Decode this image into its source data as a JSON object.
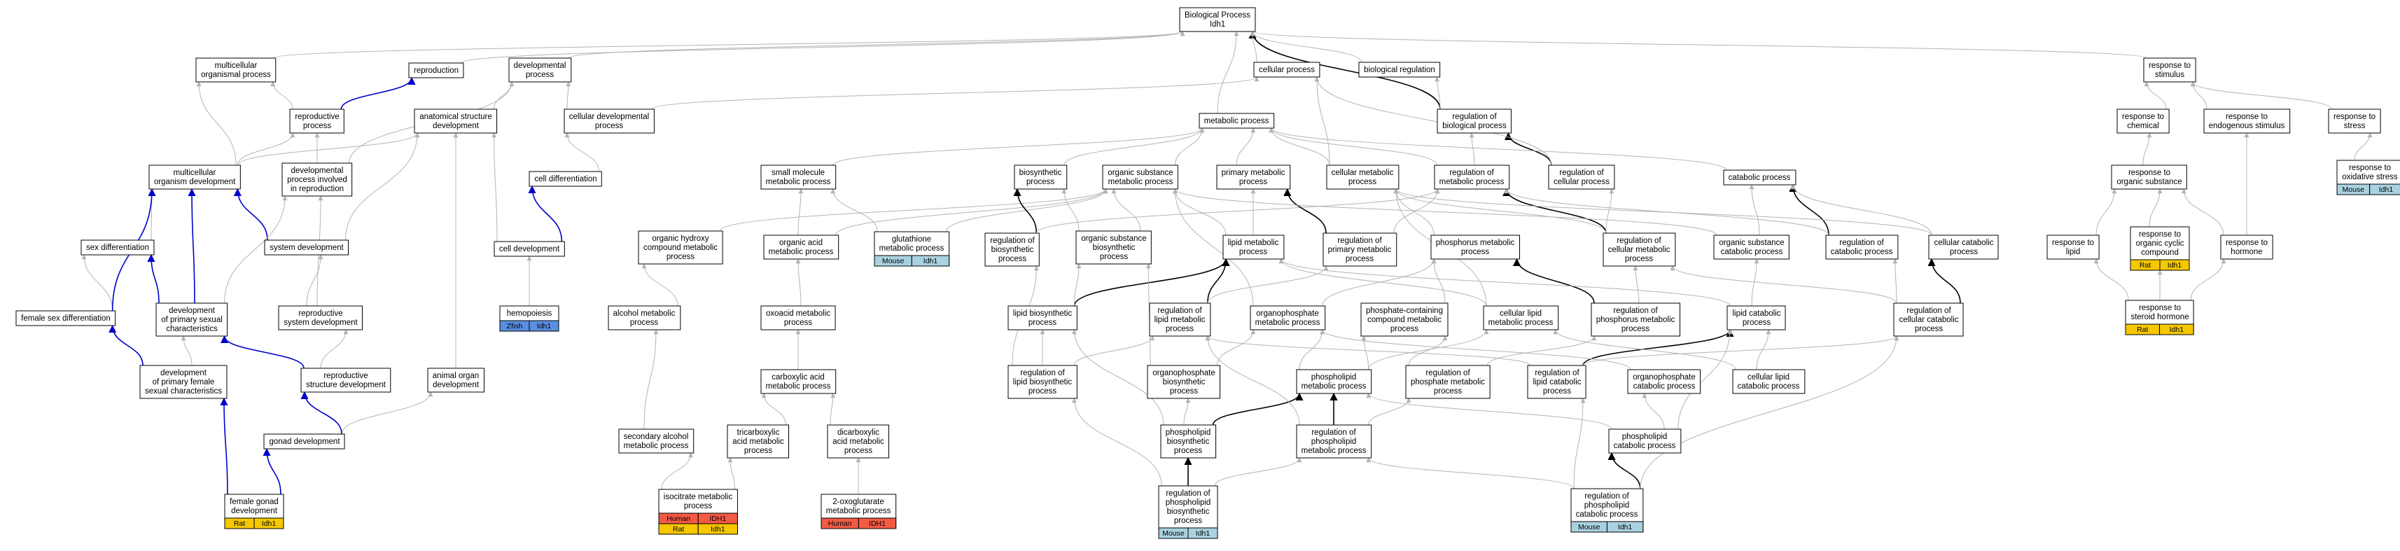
{
  "colors": {
    "edge_gray": "#b4b4b4",
    "edge_black": "#000000",
    "edge_blue": "#0000cc",
    "Rat": "#f5c800",
    "Human": "#f25a44",
    "Zfish": "#5a8ee0",
    "Mouse": "#a9d2e0"
  },
  "nodes": [
    {
      "id": "bp",
      "lines": [
        "Biological Process",
        "Idh1"
      ]
    },
    {
      "id": "mop",
      "lines": [
        "multicellular",
        "organismal process"
      ]
    },
    {
      "id": "repro",
      "lines": [
        "reproduction"
      ]
    },
    {
      "id": "devp",
      "lines": [
        "developmental",
        "process"
      ]
    },
    {
      "id": "cellp",
      "lines": [
        "cellular process"
      ]
    },
    {
      "id": "bioreg",
      "lines": [
        "biological regulation"
      ]
    },
    {
      "id": "rts",
      "lines": [
        "response to",
        "stimulus"
      ]
    },
    {
      "id": "reprop",
      "lines": [
        "reproductive",
        "process"
      ]
    },
    {
      "id": "asd",
      "lines": [
        "anatomical structure",
        "development"
      ]
    },
    {
      "id": "cdp",
      "lines": [
        "cellular developmental",
        "process"
      ]
    },
    {
      "id": "metp",
      "lines": [
        "metabolic process"
      ]
    },
    {
      "id": "rbp",
      "lines": [
        "regulation of",
        "biological process"
      ]
    },
    {
      "id": "rchem",
      "lines": [
        "response to",
        "chemical"
      ]
    },
    {
      "id": "rendo",
      "lines": [
        "response to",
        "endogenous stimulus"
      ]
    },
    {
      "id": "rstress",
      "lines": [
        "response to",
        "stress"
      ]
    },
    {
      "id": "mod",
      "lines": [
        "multicellular",
        "organism development"
      ]
    },
    {
      "id": "dpir",
      "lines": [
        "developmental",
        "process involved",
        "in reproduction"
      ]
    },
    {
      "id": "celldiff",
      "lines": [
        "cell differentiation"
      ]
    },
    {
      "id": "smm",
      "lines": [
        "small molecule",
        "metabolic process"
      ]
    },
    {
      "id": "bios",
      "lines": [
        "biosynthetic",
        "process"
      ]
    },
    {
      "id": "osm",
      "lines": [
        "organic substance",
        "metabolic process"
      ]
    },
    {
      "id": "pmp",
      "lines": [
        "primary metabolic",
        "process"
      ]
    },
    {
      "id": "cmp",
      "lines": [
        "cellular metabolic",
        "process"
      ]
    },
    {
      "id": "rmp",
      "lines": [
        "regulation of",
        "metabolic process"
      ]
    },
    {
      "id": "rcp",
      "lines": [
        "regulation of",
        "cellular process"
      ]
    },
    {
      "id": "catp",
      "lines": [
        "catabolic process"
      ]
    },
    {
      "id": "ros",
      "lines": [
        "response to",
        "organic substance"
      ]
    },
    {
      "id": "roxs",
      "lines": [
        "response to",
        "oxidative stress"
      ],
      "tags": [
        [
          "Mouse",
          "Idh1"
        ]
      ]
    },
    {
      "id": "sexdiff",
      "lines": [
        "sex differentiation"
      ]
    },
    {
      "id": "sysdev",
      "lines": [
        "system development"
      ]
    },
    {
      "id": "celldev",
      "lines": [
        "cell development"
      ]
    },
    {
      "id": "ohcm",
      "lines": [
        "organic hydroxy",
        "compound metabolic",
        "process"
      ]
    },
    {
      "id": "oam",
      "lines": [
        "organic acid",
        "metabolic process"
      ]
    },
    {
      "id": "gmp",
      "lines": [
        "glutathione",
        "metabolic process"
      ],
      "tags": [
        [
          "Mouse",
          "Idh1"
        ]
      ]
    },
    {
      "id": "rbios",
      "lines": [
        "regulation of",
        "biosynthetic",
        "process"
      ]
    },
    {
      "id": "osb",
      "lines": [
        "organic substance",
        "biosynthetic",
        "process"
      ]
    },
    {
      "id": "lmp",
      "lines": [
        "lipid metabolic",
        "process"
      ]
    },
    {
      "id": "rpmp",
      "lines": [
        "regulation of",
        "primary metabolic",
        "process"
      ]
    },
    {
      "id": "phmp",
      "lines": [
        "phosphorus metabolic",
        "process"
      ]
    },
    {
      "id": "rcmp",
      "lines": [
        "regulation of",
        "cellular metabolic",
        "process"
      ]
    },
    {
      "id": "oscp",
      "lines": [
        "organic substance",
        "catabolic process"
      ]
    },
    {
      "id": "rcatp",
      "lines": [
        "regulation of",
        "catabolic process"
      ]
    },
    {
      "id": "ccatp",
      "lines": [
        "cellular catabolic",
        "process"
      ]
    },
    {
      "id": "rlipid",
      "lines": [
        "response to",
        "lipid"
      ]
    },
    {
      "id": "roccc",
      "lines": [
        "response to",
        "organic cyclic",
        "compound"
      ],
      "tags": [
        [
          "Rat",
          "Idh1"
        ]
      ]
    },
    {
      "id": "rhorm",
      "lines": [
        "response to",
        "hormone"
      ]
    },
    {
      "id": "fsd",
      "lines": [
        "female sex differentiation"
      ]
    },
    {
      "id": "dpsc",
      "lines": [
        "development",
        "of primary sexual",
        "characteristics"
      ]
    },
    {
      "id": "rsd",
      "lines": [
        "reproductive",
        "system development"
      ]
    },
    {
      "id": "hemo",
      "lines": [
        "hemopoiesis"
      ],
      "tags": [
        [
          "Zfish",
          "Idh1"
        ]
      ]
    },
    {
      "id": "amp",
      "lines": [
        "alcohol metabolic",
        "process"
      ]
    },
    {
      "id": "oxo",
      "lines": [
        "oxoacid metabolic",
        "process"
      ]
    },
    {
      "id": "lbp",
      "lines": [
        "lipid biosynthetic",
        "process"
      ]
    },
    {
      "id": "rlmp",
      "lines": [
        "regulation of",
        "lipid metabolic",
        "process"
      ]
    },
    {
      "id": "opmp",
      "lines": [
        "organophosphate",
        "metabolic process"
      ]
    },
    {
      "id": "pccmp",
      "lines": [
        "phosphate-containing",
        "compound metabolic",
        "process"
      ]
    },
    {
      "id": "clmp",
      "lines": [
        "cellular lipid",
        "metabolic process"
      ]
    },
    {
      "id": "rphmp",
      "lines": [
        "regulation of",
        "phosphorus metabolic",
        "process"
      ]
    },
    {
      "id": "lcp",
      "lines": [
        "lipid catabolic",
        "process"
      ]
    },
    {
      "id": "rcellcat",
      "lines": [
        "regulation of",
        "cellular catabolic",
        "process"
      ]
    },
    {
      "id": "rsh",
      "lines": [
        "response to",
        "steroid hormone"
      ],
      "tags": [
        [
          "Rat",
          "Idh1"
        ]
      ]
    },
    {
      "id": "dpfsc",
      "lines": [
        "development",
        "of primary female",
        "sexual characteristics"
      ]
    },
    {
      "id": "rsdev",
      "lines": [
        "reproductive",
        "structure development"
      ]
    },
    {
      "id": "aod",
      "lines": [
        "animal organ",
        "development"
      ]
    },
    {
      "id": "cam",
      "lines": [
        "carboxylic acid",
        "metabolic process"
      ]
    },
    {
      "id": "rlbp",
      "lines": [
        "regulation of",
        "lipid biosynthetic",
        "process"
      ]
    },
    {
      "id": "opbp",
      "lines": [
        "organophosphate",
        "biosynthetic",
        "process"
      ]
    },
    {
      "id": "plmp",
      "lines": [
        "phospholipid",
        "metabolic process"
      ]
    },
    {
      "id": "rphosmp",
      "lines": [
        "regulation of",
        "phosphate metabolic",
        "process"
      ]
    },
    {
      "id": "rlcp",
      "lines": [
        "regulation of",
        "lipid catabolic",
        "process"
      ]
    },
    {
      "id": "opcp",
      "lines": [
        "organophosphate",
        "catabolic process"
      ]
    },
    {
      "id": "clcp",
      "lines": [
        "cellular lipid",
        "catabolic process"
      ]
    },
    {
      "id": "sam",
      "lines": [
        "secondary alcohol",
        "metabolic process"
      ]
    },
    {
      "id": "tcam",
      "lines": [
        "tricarboxylic",
        "acid metabolic",
        "process"
      ]
    },
    {
      "id": "dcam",
      "lines": [
        "dicarboxylic",
        "acid metabolic",
        "process"
      ]
    },
    {
      "id": "plbp",
      "lines": [
        "phospholipid",
        "biosynthetic",
        "process"
      ]
    },
    {
      "id": "rplmp",
      "lines": [
        "regulation of",
        "phospholipid",
        "metabolic process"
      ]
    },
    {
      "id": "plcp",
      "lines": [
        "phospholipid",
        "catabolic process"
      ]
    },
    {
      "id": "gonad",
      "lines": [
        "gonad development"
      ]
    },
    {
      "id": "fgd",
      "lines": [
        "female gonad",
        "development"
      ],
      "tags": [
        [
          "Rat",
          "Idh1"
        ]
      ]
    },
    {
      "id": "icm",
      "lines": [
        "isocitrate metabolic",
        "process"
      ],
      "tags": [
        [
          "Human",
          "IDH1"
        ],
        [
          "Rat",
          "Idh1"
        ]
      ]
    },
    {
      "id": "oxog",
      "lines": [
        "2-oxoglutarate",
        "metabolic process"
      ],
      "tags": [
        [
          "Human",
          "IDH1"
        ]
      ]
    },
    {
      "id": "rplbp",
      "lines": [
        "regulation of",
        "phospholipid",
        "biosynthetic",
        "process"
      ],
      "tags": [
        [
          "Mouse",
          "Idh1"
        ]
      ]
    },
    {
      "id": "rplcp",
      "lines": [
        "regulation of",
        "phospholipid",
        "catabolic process"
      ],
      "tags": [
        [
          "Mouse",
          "Idh1"
        ]
      ]
    }
  ],
  "edges": [
    [
      "rbp",
      "bp",
      "black"
    ],
    [
      "mop",
      "bp",
      "gray"
    ],
    [
      "devp",
      "bp",
      "gray"
    ],
    [
      "cellp",
      "bp",
      "gray"
    ],
    [
      "bioreg",
      "bp",
      "gray"
    ],
    [
      "rts",
      "bp",
      "gray"
    ],
    [
      "repro",
      "bp",
      "gray"
    ],
    [
      "metp",
      "bp",
      "gray"
    ],
    [
      "reprop",
      "repro",
      "blue"
    ],
    [
      "reprop",
      "mop",
      "gray"
    ],
    [
      "asd",
      "devp",
      "gray"
    ],
    [
      "cdp",
      "devp",
      "gray"
    ],
    [
      "cdp",
      "cellp",
      "gray"
    ],
    [
      "rbp",
      "bioreg",
      "gray"
    ],
    [
      "rcp",
      "rbp",
      "black"
    ],
    [
      "rcp",
      "cellp",
      "gray"
    ],
    [
      "rmp",
      "rbp",
      "gray"
    ],
    [
      "rmp",
      "metp",
      "gray"
    ],
    [
      "mod",
      "mop",
      "gray"
    ],
    [
      "mod",
      "reprop",
      "gray"
    ],
    [
      "mod",
      "asd",
      "gray"
    ],
    [
      "dpir",
      "reprop",
      "gray"
    ],
    [
      "dpir",
      "devp",
      "gray"
    ],
    [
      "celldiff",
      "cdp",
      "gray"
    ],
    [
      "cmp",
      "metp",
      "gray"
    ],
    [
      "cmp",
      "cellp",
      "gray"
    ],
    [
      "pmp",
      "metp",
      "gray"
    ],
    [
      "osm",
      "metp",
      "gray"
    ],
    [
      "bios",
      "metp",
      "gray"
    ],
    [
      "smm",
      "metp",
      "gray"
    ],
    [
      "catp",
      "metp",
      "gray"
    ],
    [
      "rchem",
      "rts",
      "gray"
    ],
    [
      "rendo",
      "rts",
      "gray"
    ],
    [
      "rstress",
      "rts",
      "gray"
    ],
    [
      "ros",
      "rchem",
      "gray"
    ],
    [
      "roxs",
      "rstress",
      "gray"
    ],
    [
      "sexdiff",
      "mod",
      "gray"
    ],
    [
      "sysdev",
      "mod",
      "blue"
    ],
    [
      "sysdev",
      "asd",
      "gray"
    ],
    [
      "celldev",
      "celldiff",
      "blue"
    ],
    [
      "celldev",
      "asd",
      "gray"
    ],
    [
      "oam",
      "smm",
      "gray"
    ],
    [
      "oam",
      "osm",
      "gray"
    ],
    [
      "ohcm",
      "osm",
      "gray"
    ],
    [
      "gmp",
      "osm",
      "gray"
    ],
    [
      "gmp",
      "smm",
      "gray"
    ],
    [
      "rbios",
      "bios",
      "black"
    ],
    [
      "rbios",
      "rmp",
      "gray"
    ],
    [
      "osb",
      "bios",
      "gray"
    ],
    [
      "osb",
      "osm",
      "gray"
    ],
    [
      "lmp",
      "pmp",
      "gray"
    ],
    [
      "lmp",
      "osm",
      "gray"
    ],
    [
      "rpmp",
      "pmp",
      "black"
    ],
    [
      "rpmp",
      "rmp",
      "gray"
    ],
    [
      "phmp",
      "cmp",
      "gray"
    ],
    [
      "rcmp",
      "rmp",
      "black"
    ],
    [
      "rcmp",
      "rcp",
      "gray"
    ],
    [
      "rcmp",
      "cmp",
      "gray"
    ],
    [
      "oscp",
      "catp",
      "gray"
    ],
    [
      "oscp",
      "osm",
      "gray"
    ],
    [
      "rcatp",
      "catp",
      "black"
    ],
    [
      "rcatp",
      "rmp",
      "gray"
    ],
    [
      "ccatp",
      "catp",
      "gray"
    ],
    [
      "ccatp",
      "cmp",
      "gray"
    ],
    [
      "rlipid",
      "ros",
      "gray"
    ],
    [
      "roccc",
      "ros",
      "gray"
    ],
    [
      "rhorm",
      "ros",
      "gray"
    ],
    [
      "rhorm",
      "rendo",
      "gray"
    ],
    [
      "fsd",
      "sexdiff",
      "gray"
    ],
    [
      "fsd",
      "mod",
      "blue"
    ],
    [
      "dpsc",
      "sexdiff",
      "blue"
    ],
    [
      "dpsc",
      "mod",
      "blue"
    ],
    [
      "dpsc",
      "dpir",
      "gray"
    ],
    [
      "rsd",
      "sysdev",
      "gray"
    ],
    [
      "rsd",
      "dpir",
      "gray"
    ],
    [
      "hemo",
      "celldev",
      "gray"
    ],
    [
      "amp",
      "ohcm",
      "gray"
    ],
    [
      "oxo",
      "oam",
      "gray"
    ],
    [
      "lbp",
      "lmp",
      "black"
    ],
    [
      "lbp",
      "osb",
      "gray"
    ],
    [
      "rlmp",
      "lmp",
      "black"
    ],
    [
      "rlmp",
      "rpmp",
      "gray"
    ],
    [
      "opmp",
      "phmp",
      "gray"
    ],
    [
      "opmp",
      "osm",
      "gray"
    ],
    [
      "pccmp",
      "phmp",
      "gray"
    ],
    [
      "clmp",
      "lmp",
      "gray"
    ],
    [
      "clmp",
      "cmp",
      "gray"
    ],
    [
      "rphmp",
      "phmp",
      "black"
    ],
    [
      "rphmp",
      "rcmp",
      "gray"
    ],
    [
      "lcp",
      "lmp",
      "gray"
    ],
    [
      "lcp",
      "oscp",
      "gray"
    ],
    [
      "rcellcat",
      "ccatp",
      "black"
    ],
    [
      "rcellcat",
      "rcatp",
      "gray"
    ],
    [
      "rcellcat",
      "rcmp",
      "gray"
    ],
    [
      "rsh",
      "rhorm",
      "gray"
    ],
    [
      "rsh",
      "rlipid",
      "gray"
    ],
    [
      "rsh",
      "roccc",
      "gray"
    ],
    [
      "dpfsc",
      "fsd",
      "blue"
    ],
    [
      "dpfsc",
      "dpsc",
      "gray"
    ],
    [
      "rsdev",
      "rsd",
      "gray"
    ],
    [
      "rsdev",
      "dpsc",
      "blue"
    ],
    [
      "aod",
      "asd",
      "gray"
    ],
    [
      "cam",
      "oxo",
      "gray"
    ],
    [
      "rlbp",
      "lbp",
      "gray"
    ],
    [
      "rlbp",
      "rbios",
      "gray"
    ],
    [
      "rlbp",
      "rlmp",
      "gray"
    ],
    [
      "opbp",
      "opmp",
      "gray"
    ],
    [
      "opbp",
      "osb",
      "gray"
    ],
    [
      "plmp",
      "opmp",
      "gray"
    ],
    [
      "plmp",
      "pccmp",
      "gray"
    ],
    [
      "plmp",
      "clmp",
      "gray"
    ],
    [
      "rphosmp",
      "rphmp",
      "gray"
    ],
    [
      "rphosmp",
      "pccmp",
      "gray"
    ],
    [
      "rlcp",
      "lcp",
      "black"
    ],
    [
      "rlcp",
      "rlmp",
      "gray"
    ],
    [
      "rlcp",
      "rcellcat",
      "gray"
    ],
    [
      "opcp",
      "opmp",
      "gray"
    ],
    [
      "clcp",
      "lcp",
      "gray"
    ],
    [
      "clcp",
      "clmp",
      "gray"
    ],
    [
      "sam",
      "amp",
      "gray"
    ],
    [
      "tcam",
      "cam",
      "gray"
    ],
    [
      "dcam",
      "cam",
      "gray"
    ],
    [
      "plbp",
      "plmp",
      "black"
    ],
    [
      "plbp",
      "opbp",
      "gray"
    ],
    [
      "plbp",
      "lbp",
      "gray"
    ],
    [
      "rplmp",
      "plmp",
      "black"
    ],
    [
      "rplmp",
      "rphosmp",
      "gray"
    ],
    [
      "rplmp",
      "rlmp",
      "gray"
    ],
    [
      "plcp",
      "plmp",
      "gray"
    ],
    [
      "plcp",
      "lcp",
      "gray"
    ],
    [
      "plcp",
      "opcp",
      "gray"
    ],
    [
      "gonad",
      "aod",
      "gray"
    ],
    [
      "gonad",
      "rsdev",
      "blue"
    ],
    [
      "fgd",
      "gonad",
      "blue"
    ],
    [
      "fgd",
      "dpfsc",
      "blue"
    ],
    [
      "icm",
      "sam",
      "gray"
    ],
    [
      "icm",
      "tcam",
      "gray"
    ],
    [
      "oxog",
      "dcam",
      "gray"
    ],
    [
      "rplbp",
      "plbp",
      "black"
    ],
    [
      "rplbp",
      "rplmp",
      "gray"
    ],
    [
      "rplbp",
      "rlbp",
      "gray"
    ],
    [
      "rplcp",
      "plcp",
      "black"
    ],
    [
      "rplcp",
      "rplmp",
      "gray"
    ],
    [
      "rplcp",
      "rlcp",
      "gray"
    ],
    [
      "rplcp",
      "rcellcat",
      "gray"
    ]
  ]
}
